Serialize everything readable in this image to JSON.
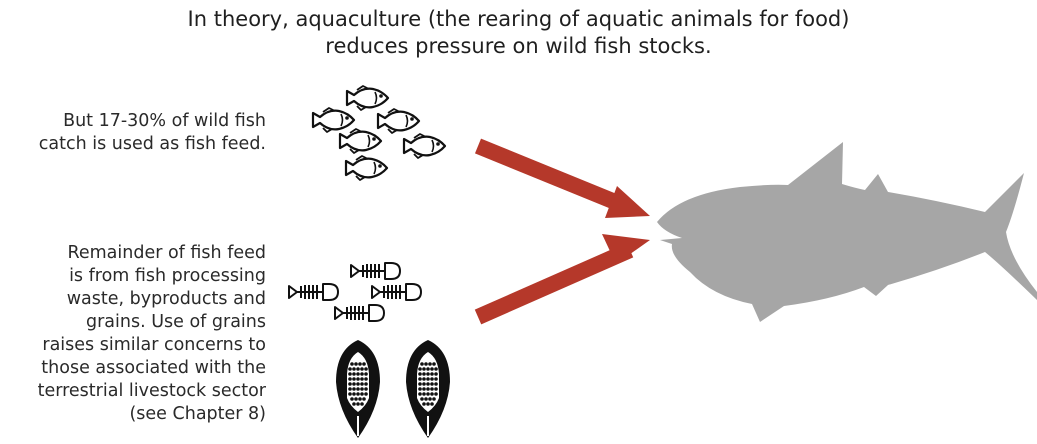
{
  "title": {
    "line1": "In theory, aquaculture (the rearing of aquatic animals for food)",
    "line2": "reduces pressure on wild fish stocks."
  },
  "wild_catch_note": {
    "lines": [
      "But 17-30% of wild fish",
      "catch is used as fish feed."
    ]
  },
  "remainder_note": {
    "lines": [
      "Remainder of fish feed",
      "is from fish processing",
      "waste, byproducts and",
      "grains. Use of grains",
      "raises similar concerns to",
      "those associated with the",
      "terrestrial livestock sector",
      "(see Chapter 8)"
    ]
  },
  "colors": {
    "arrow": "#b5382a",
    "farmed_fish": "#a6a6a6",
    "icons": "#111111"
  },
  "icons": [
    "wild-fish-school-icon",
    "fish-skeleton-icon",
    "grain-icon",
    "farmed-fish-icon",
    "arrow-icon"
  ]
}
